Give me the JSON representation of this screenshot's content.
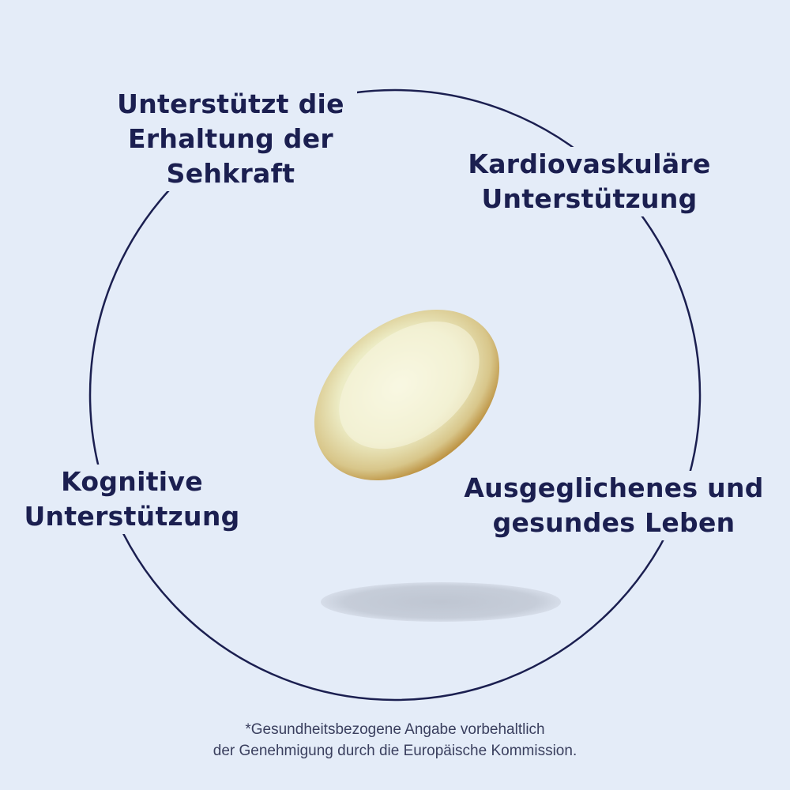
{
  "benefits": [
    {
      "lines": [
        "Unterstützt die",
        "Erhaltung der",
        "Sehkraft"
      ]
    },
    {
      "lines": [
        "Kardiovaskuläre",
        "Unterstützung"
      ]
    },
    {
      "lines": [
        "Kognitive",
        "Unterstützung"
      ]
    },
    {
      "lines": [
        "Ausgeglichenes und",
        "gesundes Leben"
      ]
    }
  ],
  "footnote": {
    "line1": "*Gesundheitsbezogene Angabe vorbehaltlich",
    "line2": "der Genehmigung durch die Europäische Kommission."
  },
  "colors": {
    "background": "#e4ecf8",
    "text": "#1b1f50",
    "circle": "#1b1f50"
  }
}
